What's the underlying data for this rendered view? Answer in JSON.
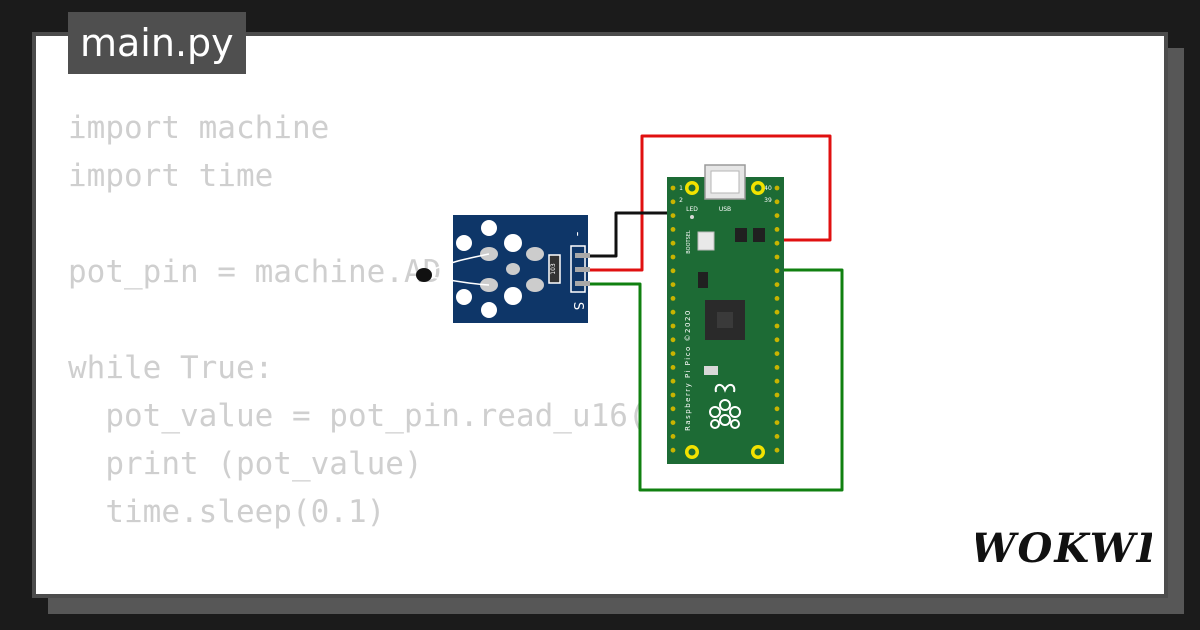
{
  "file_tab": {
    "label": "main.py"
  },
  "code_lines": [
    "import machine",
    "import time",
    "",
    "pot_pin = machine.AD",
    "",
    "while True:",
    "  pot_value = pot_pin.read_u16(",
    "  print (pot_value)",
    "  time.sleep(0.1)"
  ],
  "sensor_module": {
    "pin_minus_label": "-",
    "pin_signal_label": "S",
    "resistor_label": "103"
  },
  "pico_board": {
    "usb_label": "USB",
    "led_label": "LED",
    "bootsel_label": "BOOTSEL",
    "pin_1_label": "1",
    "pin_2_label": "2",
    "pin_39_label": "39",
    "pin_40_label": "40",
    "side_text": "Raspberry Pi Pico ©2020"
  },
  "brand": {
    "logo_text": "WOKWI"
  },
  "colors": {
    "wire_power": "#e01010",
    "wire_ground": "#111111",
    "wire_signal": "#108010",
    "pcb_pico": "#1d6b35",
    "pcb_sensor": "#0e3668"
  }
}
